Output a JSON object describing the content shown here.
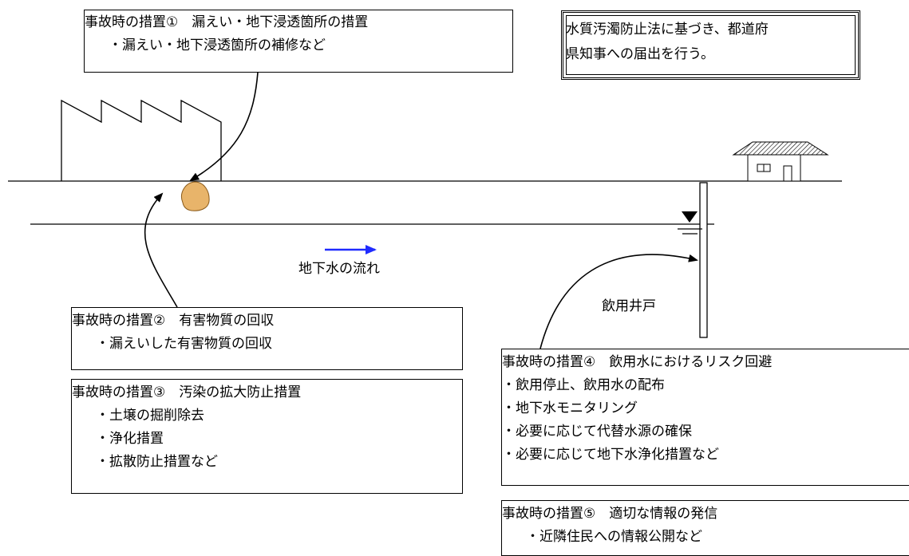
{
  "measure1": {
    "title": "事故時の措置①　漏えい・地下浸透箇所の措置",
    "items": [
      "・漏えい・地下浸透箇所の補修など"
    ]
  },
  "law_note": {
    "line1": "水質汚濁防止法に基づき、都道府",
    "line2": "県知事への届出を行う。"
  },
  "measure2": {
    "title": "事故時の措置②　有害物質の回収",
    "items": [
      "・漏えいした有害物質の回収"
    ]
  },
  "measure3": {
    "title": "事故時の措置③　汚染の拡大防止措置",
    "items": [
      "・土壌の掘削除去",
      "・浄化措置",
      "・拡散防止措置など"
    ]
  },
  "measure4": {
    "title": "事故時の措置④　飲用水におけるリスク回避",
    "items": [
      "・飲用停止、飲用水の配布",
      "・地下水モニタリング",
      "・必要に応じて代替水源の確保",
      "・必要に応じて地下水浄化措置など"
    ]
  },
  "measure5": {
    "title": "事故時の措置⑤　適切な情報の発信",
    "items": [
      "・近隣住民への情報公開など"
    ]
  },
  "labels": {
    "groundwater_flow": "地下水の流れ",
    "drinking_well": "飲用井戸"
  },
  "colors": {
    "flow_arrow": "#1f2bff",
    "leak_fill": "#e8b46a",
    "leak_stroke": "#8a5a1a",
    "line": "#000000"
  }
}
